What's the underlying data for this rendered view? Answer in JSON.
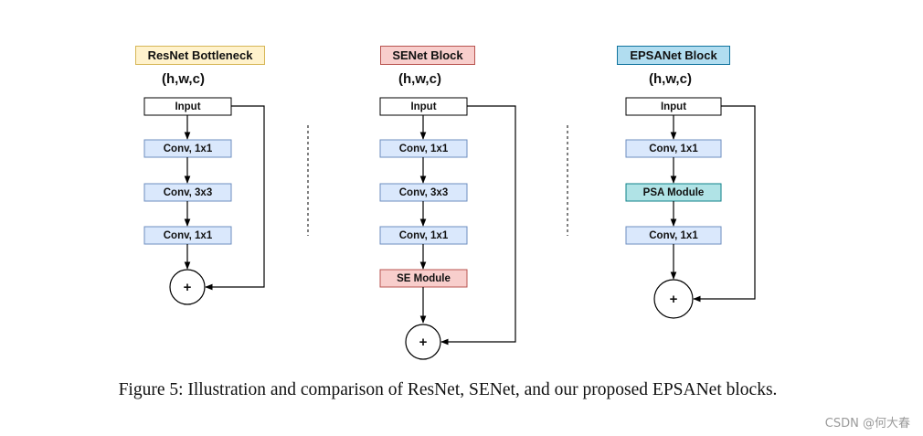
{
  "blocks": {
    "resnet": {
      "title": "ResNet Bottleneck",
      "dims": "(h,w,c)",
      "input": "Input",
      "layers": [
        "Conv, 1x1",
        "Conv, 3x3",
        "Conv, 1x1"
      ],
      "sum": "+"
    },
    "senet": {
      "title": "SENet Block",
      "dims": "(h,w,c)",
      "input": "Input",
      "layers": [
        "Conv, 1x1",
        "Conv, 3x3",
        "Conv, 1x1",
        "SE Module"
      ],
      "sum": "+"
    },
    "epsanet": {
      "title": "EPSANet Block",
      "dims": "(h,w,c)",
      "input": "Input",
      "layers": [
        "Conv, 1x1",
        "PSA Module",
        "Conv, 1x1"
      ],
      "sum": "+"
    }
  },
  "caption": "Figure 5: Illustration and comparison of ResNet, SENet, and our proposed EPSANet blocks.",
  "watermark": "CSDN @何大春",
  "colors": {
    "conv_fill": "#dae8fc",
    "conv_stroke": "#6c8ebf",
    "se_fill": "#f8cecc",
    "se_stroke": "#b85450",
    "psa_fill": "#b0e3e6",
    "psa_stroke": "#0e8088",
    "line": "#000000"
  }
}
